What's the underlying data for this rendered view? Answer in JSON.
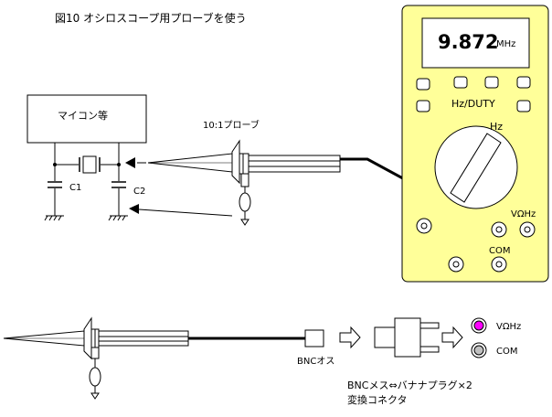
{
  "title": "図10 オシロスコープ用プローブを使う",
  "mcu_label": "マイコン等",
  "probe_label": "10:1プローブ",
  "c1_label": "C1",
  "c2_label": "C2",
  "meter": {
    "display_value": "9.872",
    "display_unit": "MHz",
    "mode_label": "Hz/DUTY",
    "dial_label": "Hz",
    "vohz_label": "VΩHz",
    "com_label": "COM",
    "body_color": "#ffff99"
  },
  "bnc_label": "BNCオス",
  "adapter_label_line1": "BNCメス⇔バナナプラグ×2",
  "adapter_label_line2": "変換コネクタ",
  "legend_vohz": "VΩHz",
  "legend_com": "COM",
  "colors": {
    "vohz_jack": "#ff00ff",
    "com_jack": "#bfbfbf"
  }
}
